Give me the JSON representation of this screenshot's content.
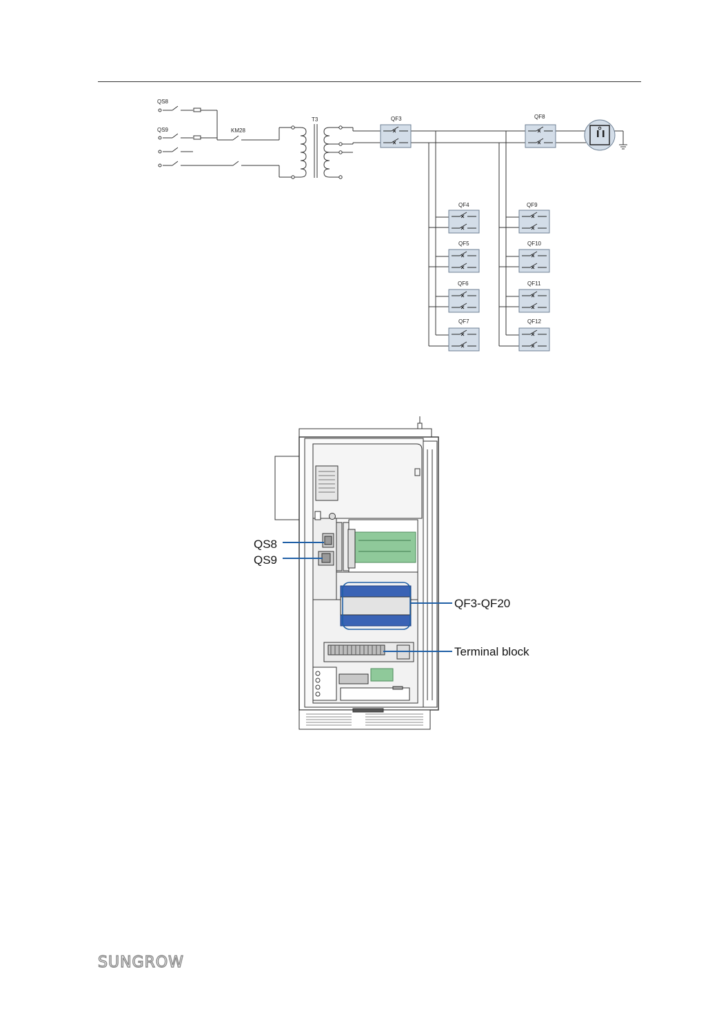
{
  "schematic": {
    "labels": {
      "qs8": "QS8",
      "qs9": "QS9",
      "km28": "KM28",
      "t3": "T3",
      "qf3": "QF3",
      "qf8": "QF8",
      "qf4": "QF4",
      "qf5": "QF5",
      "qf6": "QF6",
      "qf7": "QF7",
      "qf9": "QF9",
      "qf10": "QF10",
      "qf11": "QF11",
      "qf12": "QF12"
    }
  },
  "cabinet": {
    "callouts": {
      "qs8": "QS8",
      "qs9": "QS9",
      "qf": "QF3-QF20",
      "terminal": "Terminal block"
    }
  },
  "footer": {
    "brand": "SUNGROW"
  },
  "colors": {
    "breaker_fill": "#d3dde8",
    "breaker_stroke": "#6d7f93",
    "callout_line": "#1f5fa6",
    "pcb_green": "#8fc99a",
    "breaker_blue": "#3a63b5"
  }
}
